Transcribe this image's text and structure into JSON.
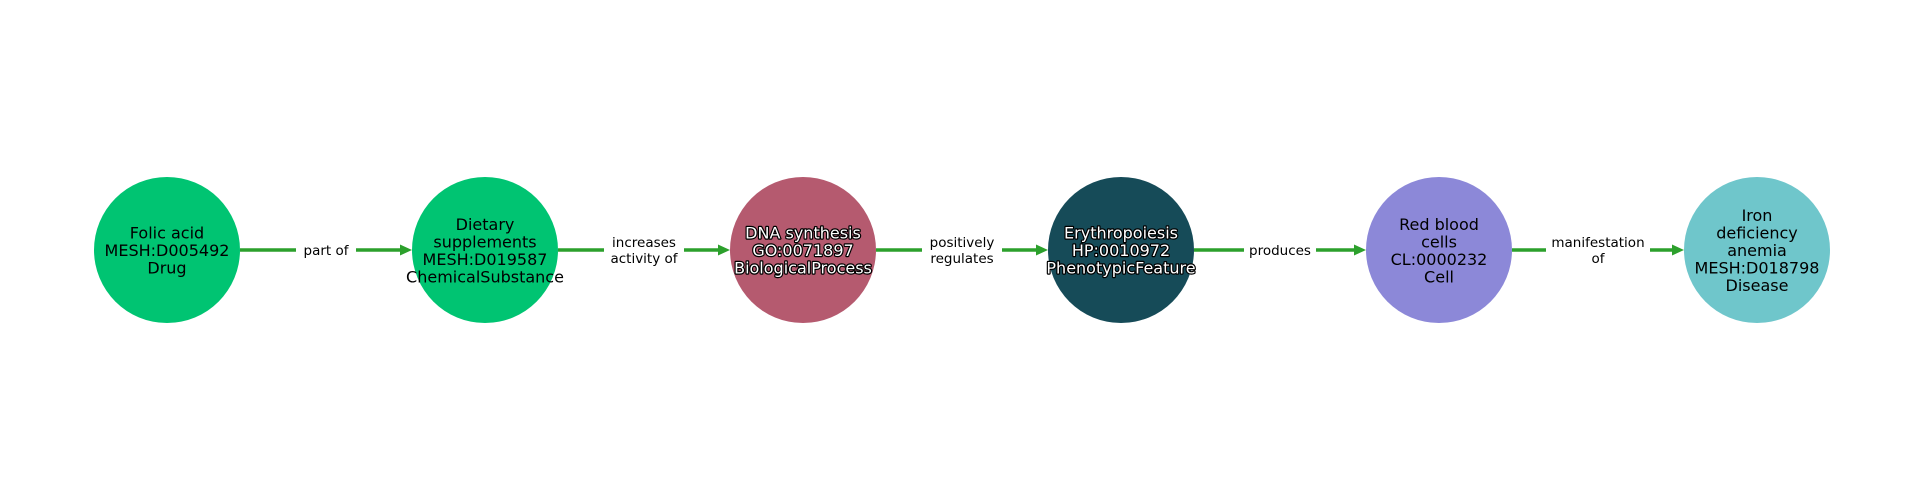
{
  "diagram": {
    "edge_color": "#2ca02c",
    "nodes": [
      {
        "id": "folic-acid",
        "lines": [
          "Folic acid",
          "MESH:D005492",
          "Drug"
        ],
        "color": "#00c472",
        "label_style": "plain"
      },
      {
        "id": "dietary-supplements",
        "lines": [
          "Dietary",
          "supplements",
          "MESH:D019587",
          "ChemicalSubstance"
        ],
        "color": "#00c472",
        "label_style": "plain"
      },
      {
        "id": "dna-synthesis",
        "lines": [
          "DNA synthesis",
          "GO:0071897",
          "BiologicalProcess"
        ],
        "color": "#b55a6f",
        "label_style": "outlined"
      },
      {
        "id": "erythropoiesis",
        "lines": [
          "Erythropoiesis",
          "HP:0010972",
          "PhenotypicFeature"
        ],
        "color": "#164b58",
        "label_style": "outlined"
      },
      {
        "id": "red-blood-cells",
        "lines": [
          "Red blood",
          "cells",
          "CL:0000232",
          "Cell"
        ],
        "color": "#8c88d8",
        "label_style": "plain"
      },
      {
        "id": "iron-deficiency-anemia",
        "lines": [
          "Iron",
          "deficiency",
          "anemia",
          "MESH:D018798",
          "Disease"
        ],
        "color": "#6fc6cb",
        "label_style": "plain"
      }
    ],
    "edges": [
      {
        "from": 0,
        "to": 1,
        "label_lines": [
          "part of"
        ]
      },
      {
        "from": 1,
        "to": 2,
        "label_lines": [
          "increases",
          "activity of"
        ]
      },
      {
        "from": 2,
        "to": 3,
        "label_lines": [
          "positively",
          "regulates"
        ]
      },
      {
        "from": 3,
        "to": 4,
        "label_lines": [
          "produces"
        ]
      },
      {
        "from": 4,
        "to": 5,
        "label_lines": [
          "manifestation",
          "of"
        ]
      }
    ]
  }
}
